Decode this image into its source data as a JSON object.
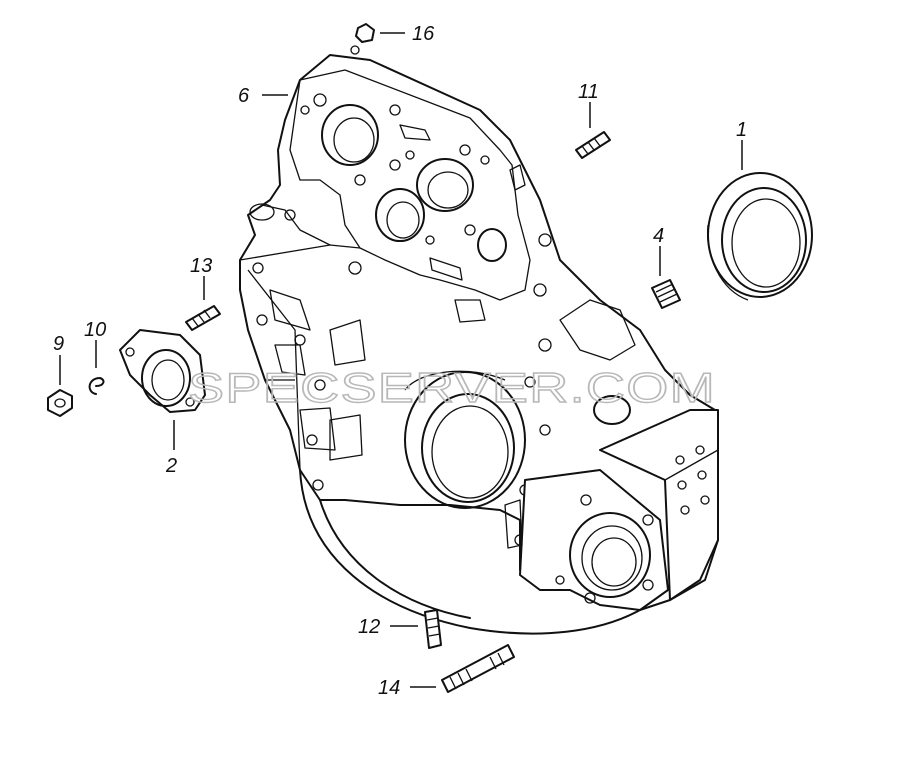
{
  "watermark": "SPECSERVER.COM",
  "callouts": {
    "c1": "1",
    "c2": "2",
    "c4": "4",
    "c6": "6",
    "c9": "9",
    "c10": "10",
    "c11": "11",
    "c12": "12",
    "c13": "13",
    "c14": "14",
    "c16": "16"
  },
  "colors": {
    "line": "#111111",
    "watermark": "#b8b8b8",
    "background": "#ffffff"
  }
}
